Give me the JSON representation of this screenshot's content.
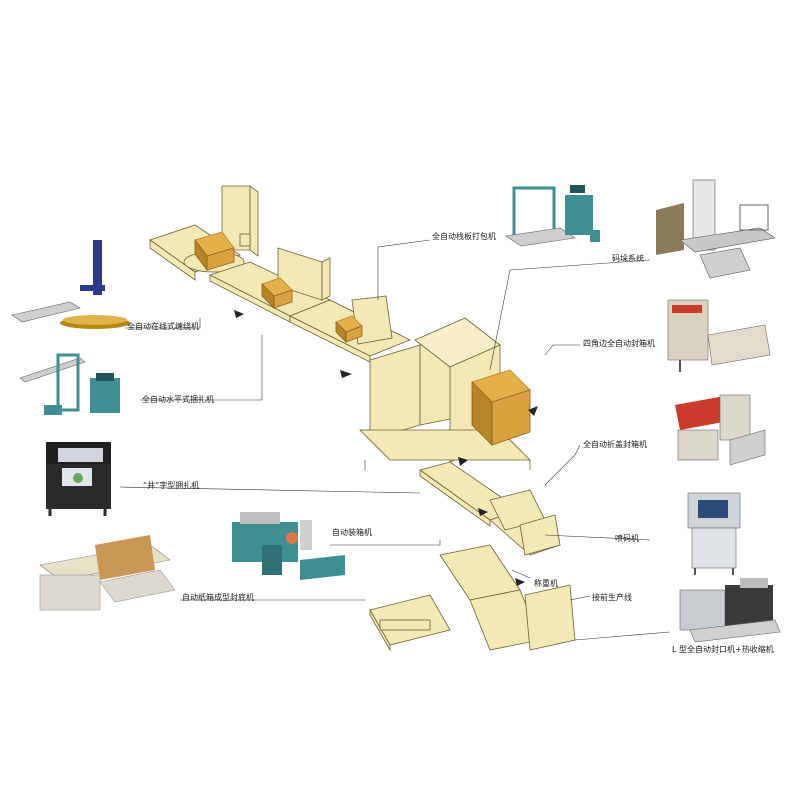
{
  "labels": {
    "online_wrapper": "全自动在线式缠绕机",
    "horizontal_strapper": "全自动水平式捆扎机",
    "cross_strapper": "“井”字型捆扎机",
    "carton_erector": "自动纸箱成型封底机",
    "case_packer": "自动装箱机",
    "pallet_strapper": "全自动栈板打包机",
    "palletizer": "码垛系统",
    "four_corner_sealer": "四角边全自动封箱机",
    "fold_cover_sealer": "全自动折盖封箱机",
    "inkjet": "喷码机",
    "weigher": "称重机",
    "production_line": "接前生产线",
    "shrink_machine": "L 型全自动封口机+热收缩机"
  },
  "colors": {
    "machine_fill": "#f2e9b4",
    "machine_stroke": "#6b6236",
    "carton": "#e3b04a",
    "carton_dark": "#b88428",
    "teal": "#3d8f93",
    "navy": "#2b3a8c",
    "steel": "#cfcfcf",
    "red": "#cc3a2a"
  },
  "icons": {
    "online_wrapper": "stretch-wrapper-icon",
    "horizontal_strapper": "horizontal-strapper-icon",
    "cross_strapper": "strapping-machine-icon",
    "carton_erector": "carton-erector-icon",
    "case_packer": "case-packer-icon",
    "pallet_strapper": "pallet-strapper-icon",
    "palletizer": "palletizer-icon",
    "four_corner_sealer": "four-corner-sealer-icon",
    "fold_cover_sealer": "fold-cover-sealer-icon",
    "inkjet": "inkjet-printer-icon",
    "shrink_machine": "shrink-wrap-machine-icon"
  }
}
